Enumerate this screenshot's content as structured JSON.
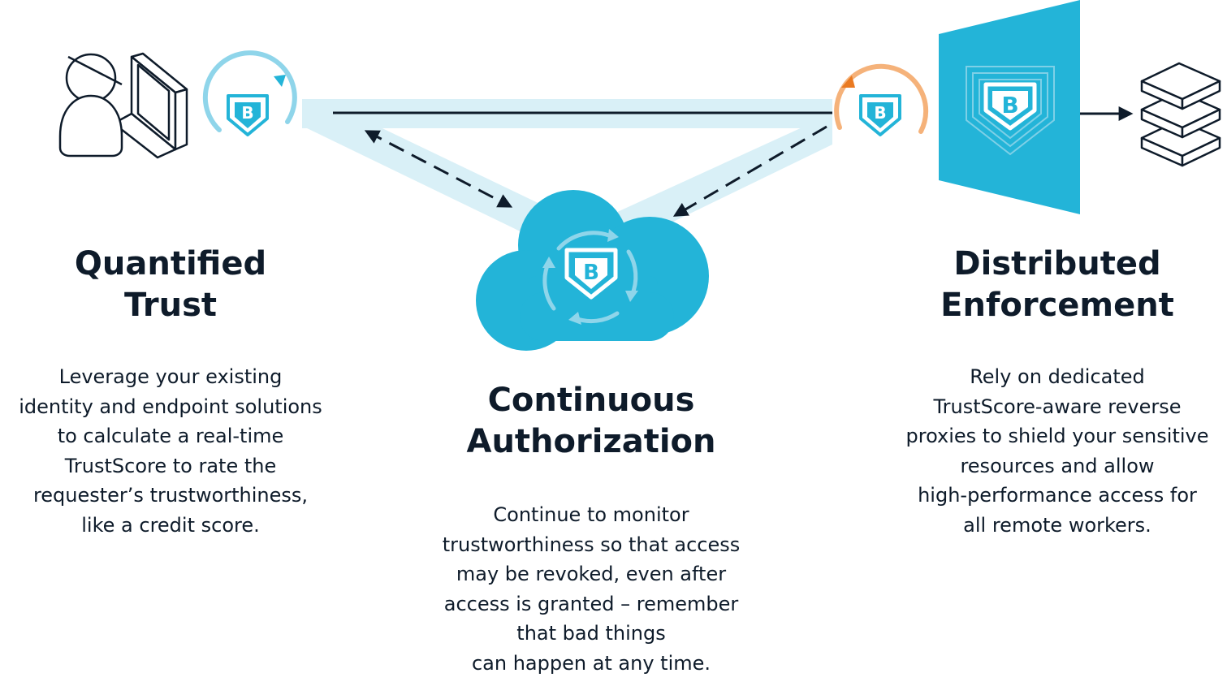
{
  "colors": {
    "primary_blue": "#23b4d8",
    "light_blue": "#d9f0f7",
    "ring_blue": "#8fd5ea",
    "ring_orange": "#f5b27a",
    "arrow_orange": "#ea7a21",
    "ink": "#0e1b2a"
  },
  "icons": [
    "user-laptop-icon",
    "trustscore-shield-icon",
    "cloud-icon",
    "proxy-gateway-icon",
    "server-stack-icon"
  ],
  "quantified": {
    "heading_line1": "Quantified",
    "heading_line2": "Trust",
    "body": "Leverage your existing\nidentity and endpoint solutions\nto calculate a real-time\nTrustScore to rate the\nrequester’s trustworthiness,\nlike a credit score."
  },
  "continuous": {
    "heading_line1": "Continuous",
    "heading_line2": "Authorization",
    "body": "Continue to monitor\ntrustworthiness so that access\nmay be revoked, even after\naccess is granted – remember\nthat bad things\ncan happen at any time."
  },
  "distributed": {
    "heading_line1": "Distributed",
    "heading_line2": "Enforcement",
    "body": "Rely on dedicated\nTrustScore-aware reverse\nproxies to shield your sensitive\nresources and allow\nhigh-performance access for\nall remote workers."
  }
}
